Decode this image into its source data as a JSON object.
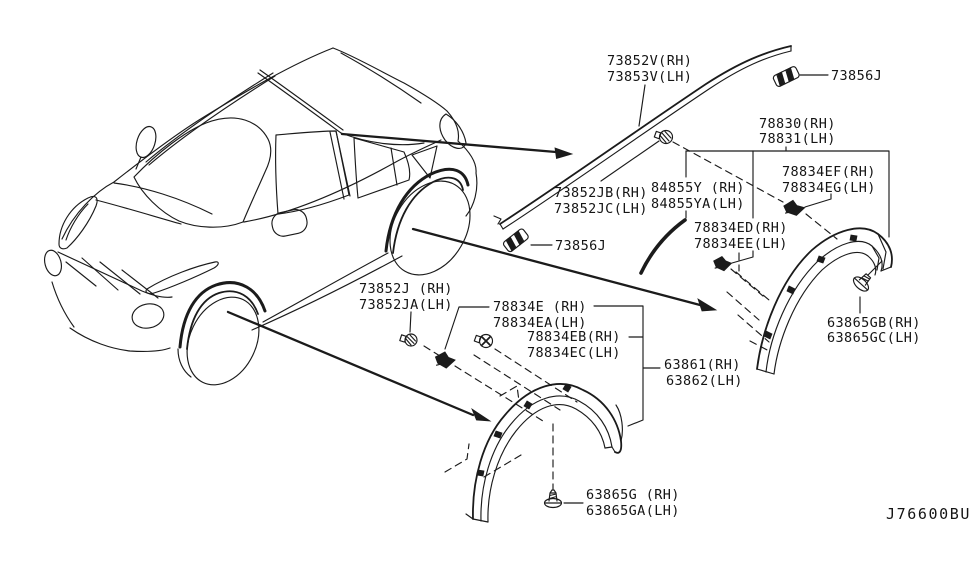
{
  "diagram": {
    "drawing_number": "J76600BU",
    "colors": {
      "background": "#ffffff",
      "line": "#1b1b1b"
    },
    "labels": {
      "roof_molding": {
        "rh": "73852V(RH)",
        "lh": "73853V(LH)"
      },
      "clip_top": {
        "text": "73856J"
      },
      "rear_arch_molding": {
        "rh": "78830(RH)",
        "lh": "78831(LH)"
      },
      "fastener_ef": {
        "rh": "78834EF(RH)",
        "lh": "78834EG(LH)"
      },
      "clip_jb": {
        "rh": "73852JB(RH)",
        "lh": "73852JC(LH)"
      },
      "protector": {
        "rh": "84855Y (RH)",
        "lh": "84855YA(LH)"
      },
      "fastener_ed": {
        "rh": "78834ED(RH)",
        "lh": "78834EE(LH)"
      },
      "clip_mid": {
        "text": "73856J"
      },
      "clip_j": {
        "rh": "73852J (RH)",
        "lh": "73852JA(LH)"
      },
      "fastener_e": {
        "rh": "78834E (RH)",
        "lh": "78834EA(LH)"
      },
      "fastener_eb": {
        "rh": "78834EB(RH)",
        "lh": "78834EC(LH)"
      },
      "front_arch_molding": {
        "rh": "63861(RH)",
        "lh": "63862(LH)"
      },
      "screw_gb": {
        "rh": "63865GB(RH)",
        "lh": "63865GC(LH)"
      },
      "screw_g": {
        "rh": "63865G (RH)",
        "lh": "63865GA(LH)"
      }
    }
  }
}
